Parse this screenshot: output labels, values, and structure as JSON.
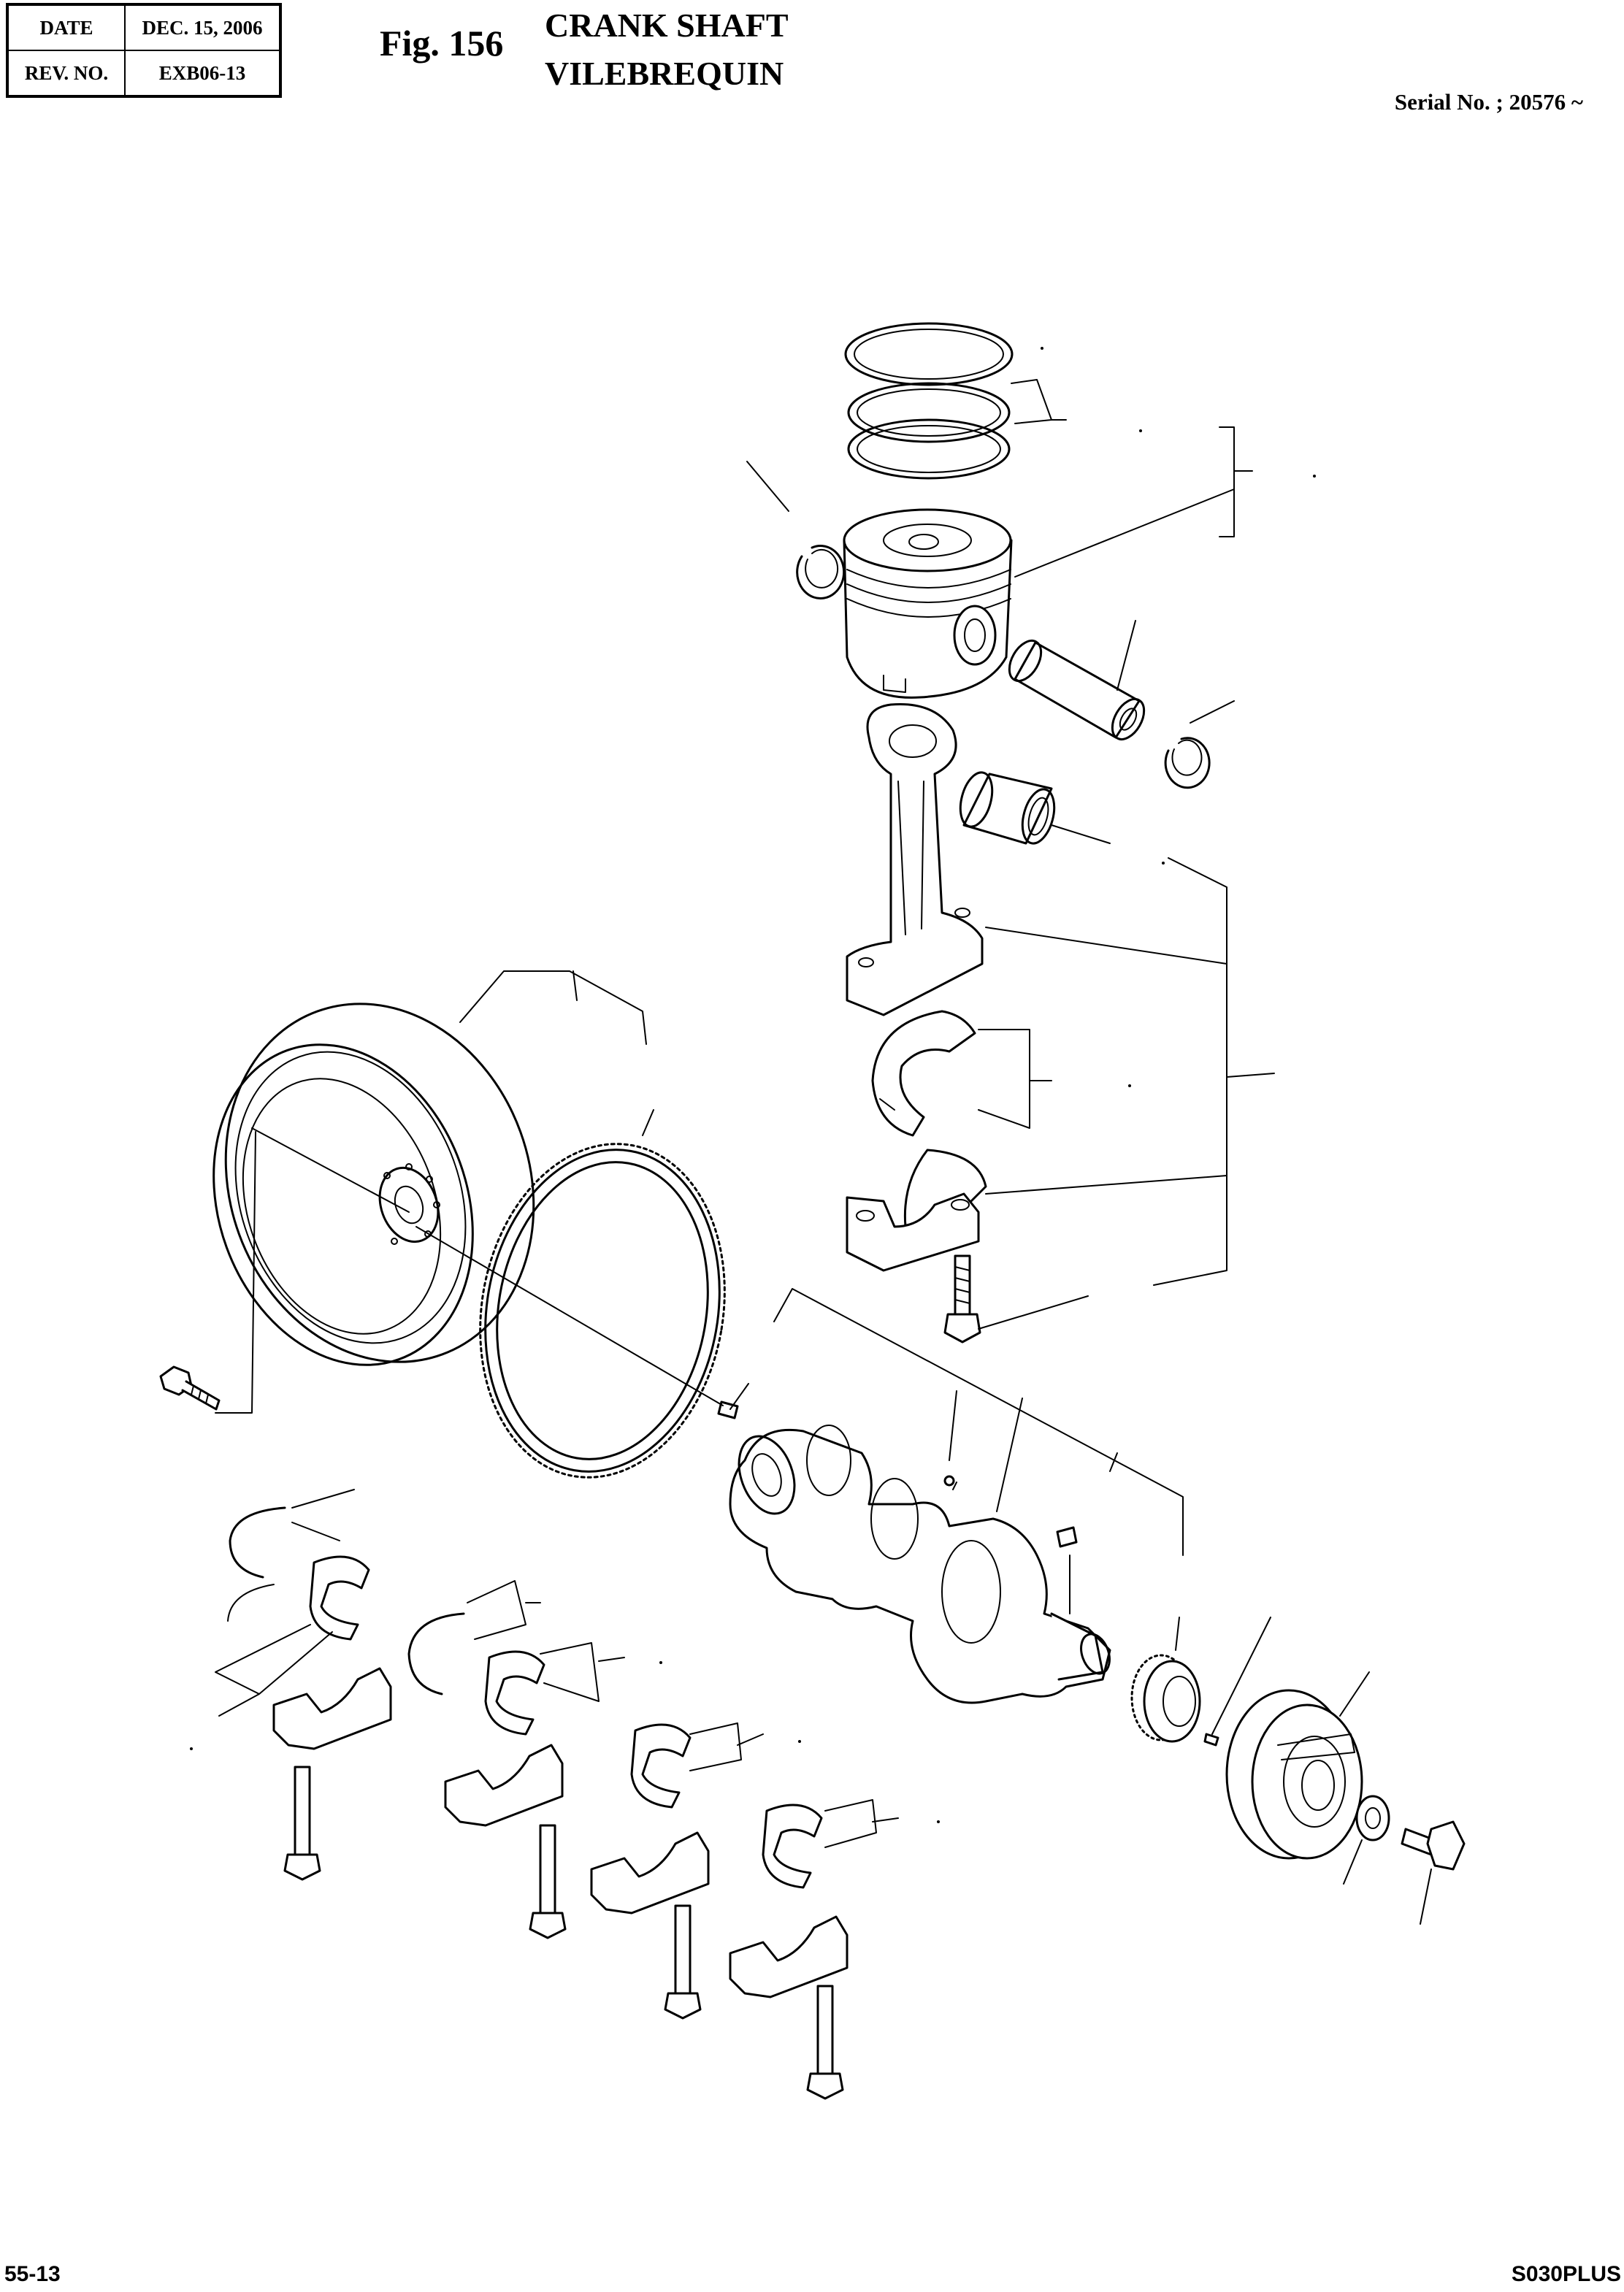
{
  "header": {
    "date_label": "DATE",
    "date_value": "DEC. 15, 2006",
    "rev_label": "REV. NO.",
    "rev_value": "EXB06-13"
  },
  "figure": {
    "number": "Fig. 156",
    "title_en": "CRANK SHAFT",
    "title_fr": "VILEBREQUIN"
  },
  "serial": "Serial No. ; 20576 ~",
  "footer": {
    "page": "55-13",
    "model": "S030PLUS"
  }
}
